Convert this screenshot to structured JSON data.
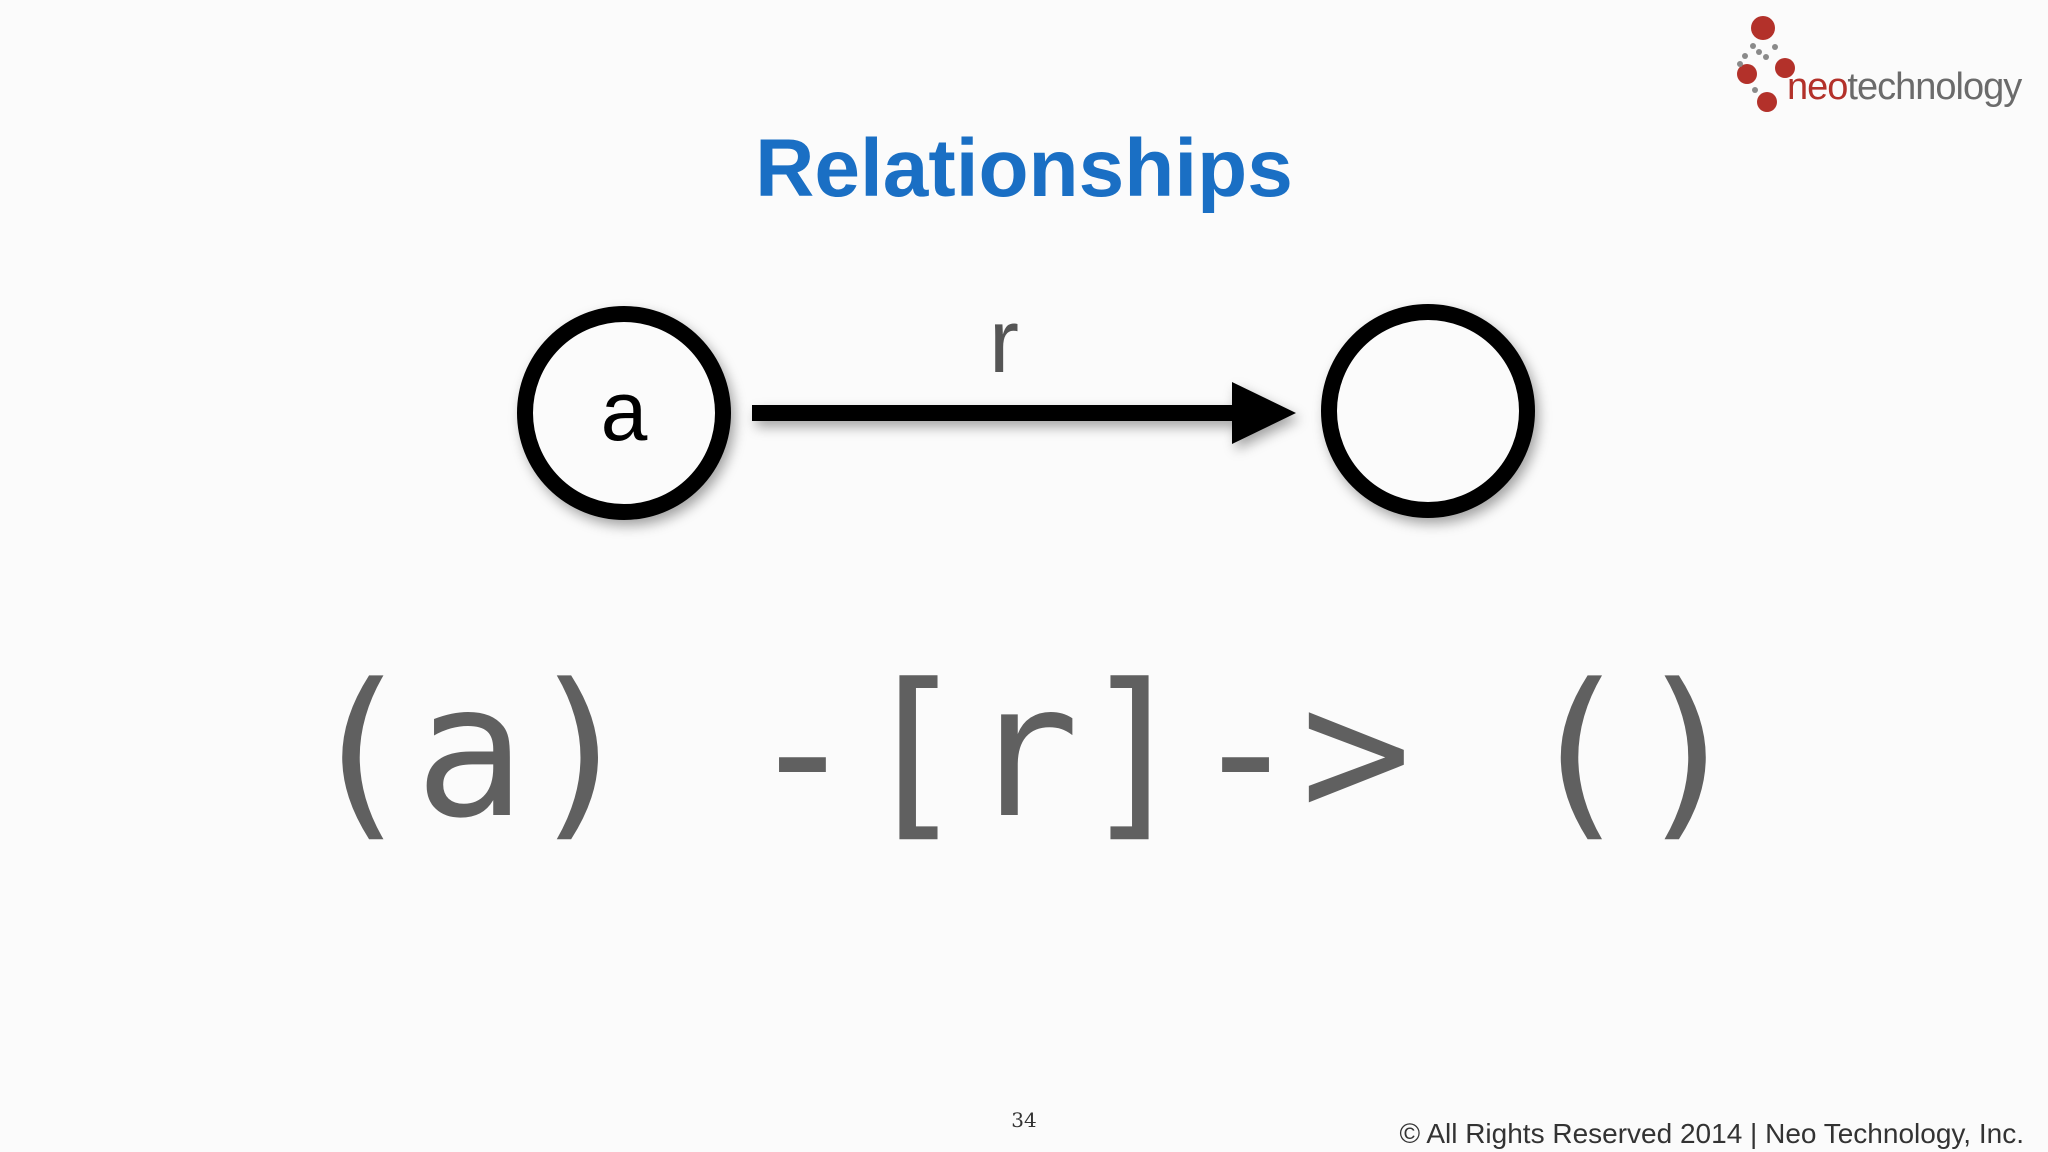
{
  "logo": {
    "text_part1": "neo",
    "text_part2": "technology",
    "brand_color": "#b3312a",
    "text_color": "#6b6b6b"
  },
  "title": "Relationships",
  "title_color": "#1a6fc4",
  "diagram": {
    "nodes": [
      {
        "id": "a",
        "label": "a"
      },
      {
        "id": "anonymous",
        "label": ""
      }
    ],
    "edges": [
      {
        "from": "a",
        "to": "anonymous",
        "label": "r",
        "directed": true
      }
    ]
  },
  "cypher_pattern": "(a) -[r]-> ()",
  "page_number": "34",
  "copyright": "© All Rights Reserved 2014 | Neo Technology, Inc."
}
